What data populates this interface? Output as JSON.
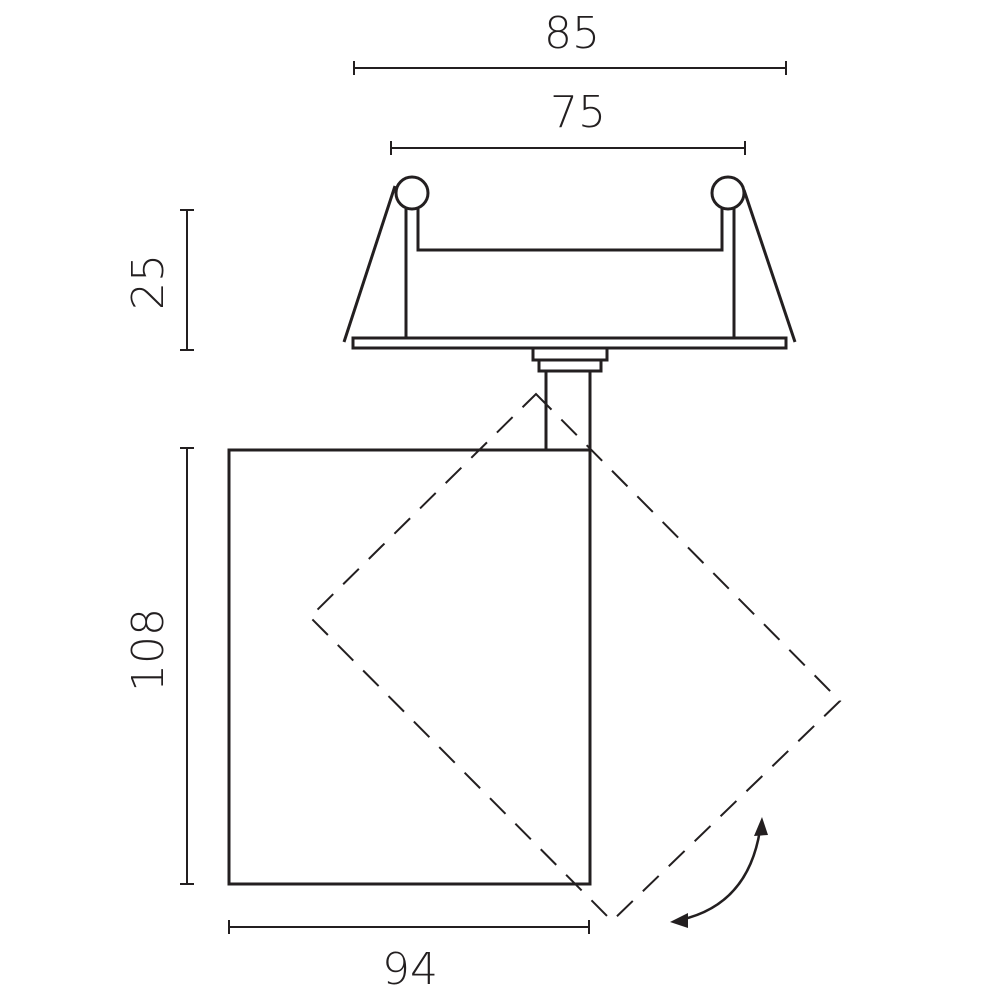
{
  "diagram": {
    "type": "technical-dimension-drawing",
    "subject": "adjustable spotlight with recessed mounting bracket",
    "line_color": "#231f20",
    "dimensions": {
      "overall_width_top": "85",
      "cutout_width": "75",
      "bracket_height": "25",
      "body_height": "108",
      "body_width": "94"
    },
    "annotations": {
      "tilt_arrow": "rotation indicator (double-headed arc arrow)"
    }
  }
}
